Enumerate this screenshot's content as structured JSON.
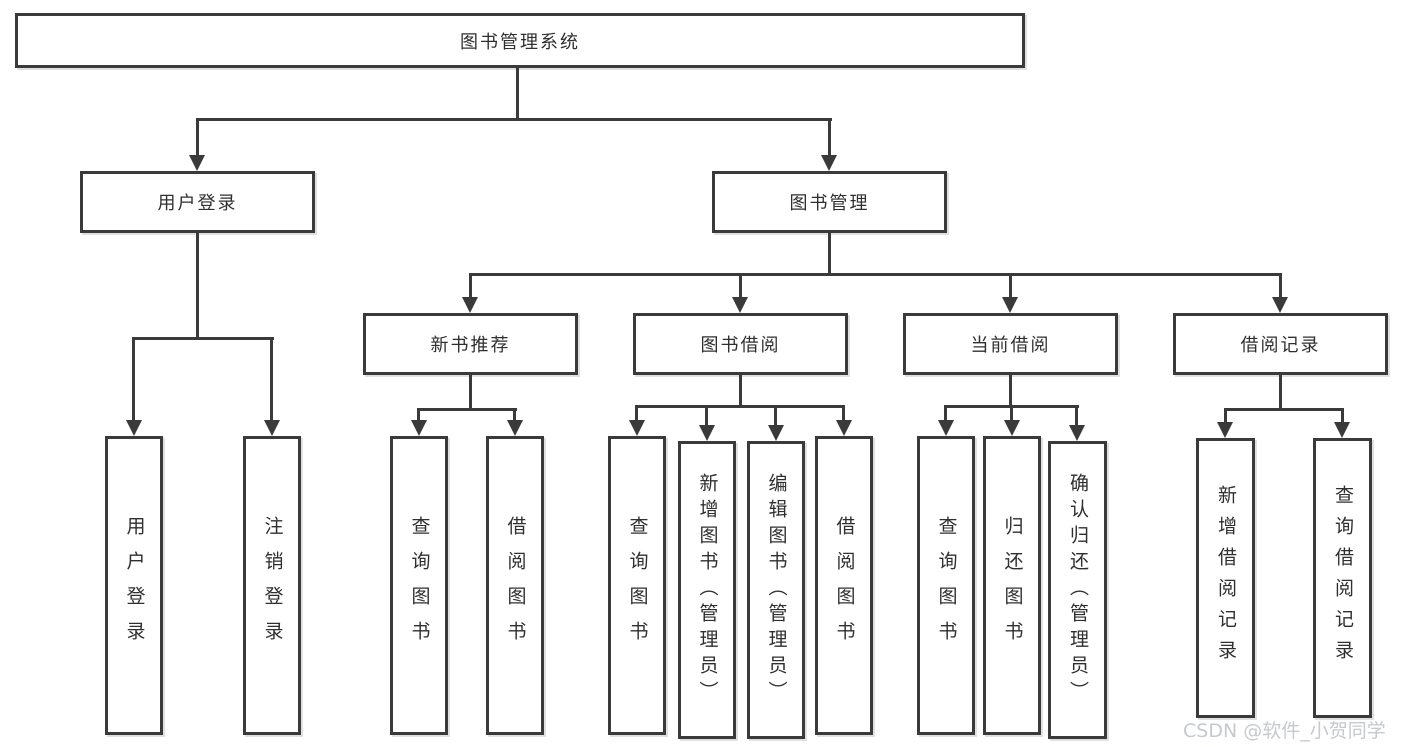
{
  "tree": {
    "root": {
      "label": "图书管理系统",
      "children": [
        {
          "label": "用户登录",
          "children": [
            {
              "label": "用户登录"
            },
            {
              "label": "注销登录"
            }
          ]
        },
        {
          "label": "图书管理",
          "children": [
            {
              "label": "新书推荐",
              "children": [
                {
                  "label": "查询图书"
                },
                {
                  "label": "借阅图书"
                }
              ]
            },
            {
              "label": "图书借阅",
              "children": [
                {
                  "label": "查询图书"
                },
                {
                  "label": "新增图书（管理员）"
                },
                {
                  "label": "编辑图书（管理员）"
                },
                {
                  "label": "借阅图书"
                }
              ]
            },
            {
              "label": "当前借阅",
              "children": [
                {
                  "label": "查询图书"
                },
                {
                  "label": "归还图书"
                },
                {
                  "label": "确认归还（管理员）"
                }
              ]
            },
            {
              "label": "借阅记录",
              "children": [
                {
                  "label": "新增借阅记录"
                },
                {
                  "label": "查询借阅记录"
                }
              ]
            }
          ]
        }
      ]
    }
  },
  "watermark": {
    "text": "CSDN @软件_小贺同学"
  },
  "colors": {
    "line": "#3a3a3a",
    "text": "#2f2f2f",
    "watermark": "#c6c9cd",
    "background": "#ffffff"
  }
}
